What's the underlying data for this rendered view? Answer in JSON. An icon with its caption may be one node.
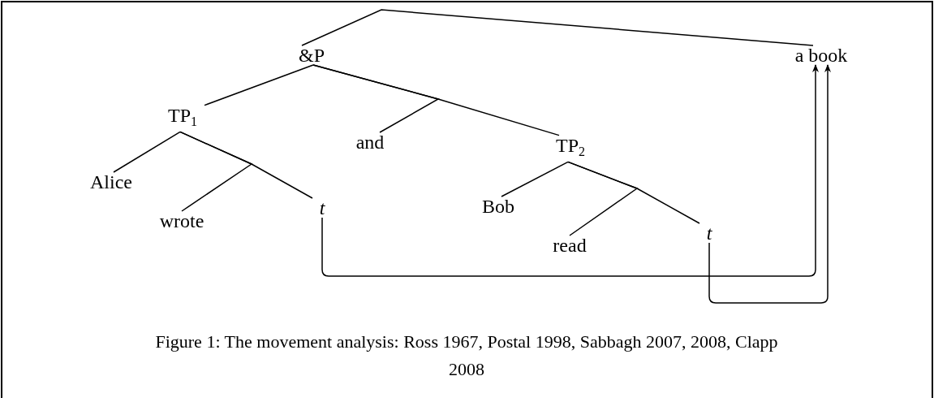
{
  "diagram": {
    "caption": "Figure 1: The movement analysis: Ross 1967, Postal 1998, Sabbagh 2007, 2008, Clapp 2008",
    "nodes": [
      {
        "text": [
          "&P"
        ]
      },
      {
        "text": [
          "a book"
        ]
      },
      {
        "text": [
          "TP$_{1}$"
        ]
      },
      {
        "text": [
          "and"
        ]
      },
      {
        "text": [
          "TP$_{2}$"
        ]
      },
      {
        "text": [
          "Alice"
        ]
      },
      {
        "text": [
          "wrote"
        ]
      },
      {
        "text": [
          "t"
        ]
      },
      {
        "text": [
          "Bob"
        ]
      },
      {
        "text": [
          "read"
        ]
      },
      {
        "text": [
          "t"
        ]
      }
    ],
    "edges": [
      {
        "from": 0,
        "to": 1,
        "arrow": "none"
      },
      {
        "from": 0,
        "to": 2,
        "arrow": "none"
      },
      {
        "from": 0,
        "to": 3,
        "arrow": "none"
      },
      {
        "from": 0,
        "to": 4,
        "arrow": "none"
      },
      {
        "from": 2,
        "to": 5,
        "arrow": "none"
      },
      {
        "from": 2,
        "to": 6,
        "arrow": "none"
      },
      {
        "from": 2,
        "to": 7,
        "arrow": "none"
      },
      {
        "from": 4,
        "to": 8,
        "arrow": "none"
      },
      {
        "from": 4,
        "to": 9,
        "arrow": "none"
      },
      {
        "from": 4,
        "to": 10,
        "arrow": "none"
      },
      {
        "from": 7,
        "to": 1,
        "arrow": "to"
      },
      {
        "from": 10,
        "to": 1,
        "arrow": "to"
      }
    ]
  }
}
